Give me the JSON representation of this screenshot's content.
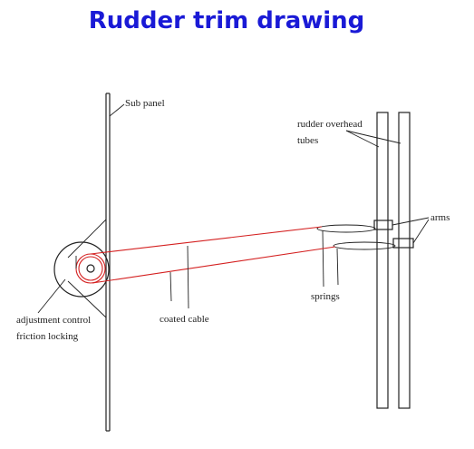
{
  "title": "Rudder trim drawing",
  "labels": {
    "sub_panel": "Sub panel",
    "rudder_tubes_line1": "rudder overhead",
    "rudder_tubes_line2": "tubes",
    "arms": "arms",
    "springs": "springs",
    "coated_cable": "coated cable",
    "adjustment_line1": "adjustment control",
    "adjustment_line2": "friction locking"
  },
  "colors": {
    "title": "#1a1ad6",
    "cable": "#d42020",
    "lines": "#222222"
  }
}
